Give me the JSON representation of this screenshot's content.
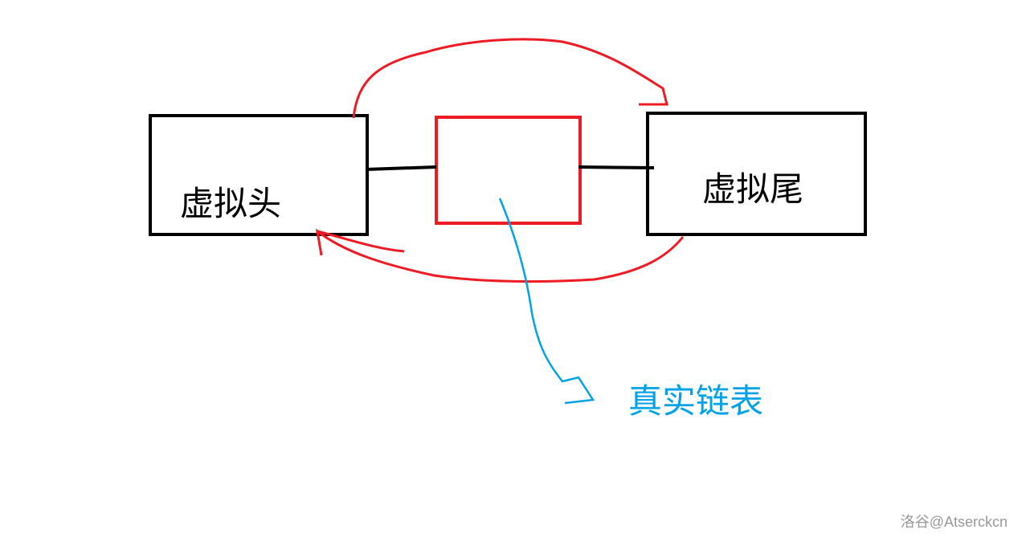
{
  "nodes": {
    "virtual_head": "虚拟头",
    "virtual_tail": "虚拟尾",
    "real_list_label": "真实链表"
  },
  "colors": {
    "box": "#000000",
    "real_box": "#ed1c24",
    "arrows": "#ed1c24",
    "pointer": "#00a2e8"
  },
  "watermark": "洛谷@Atserckcn"
}
